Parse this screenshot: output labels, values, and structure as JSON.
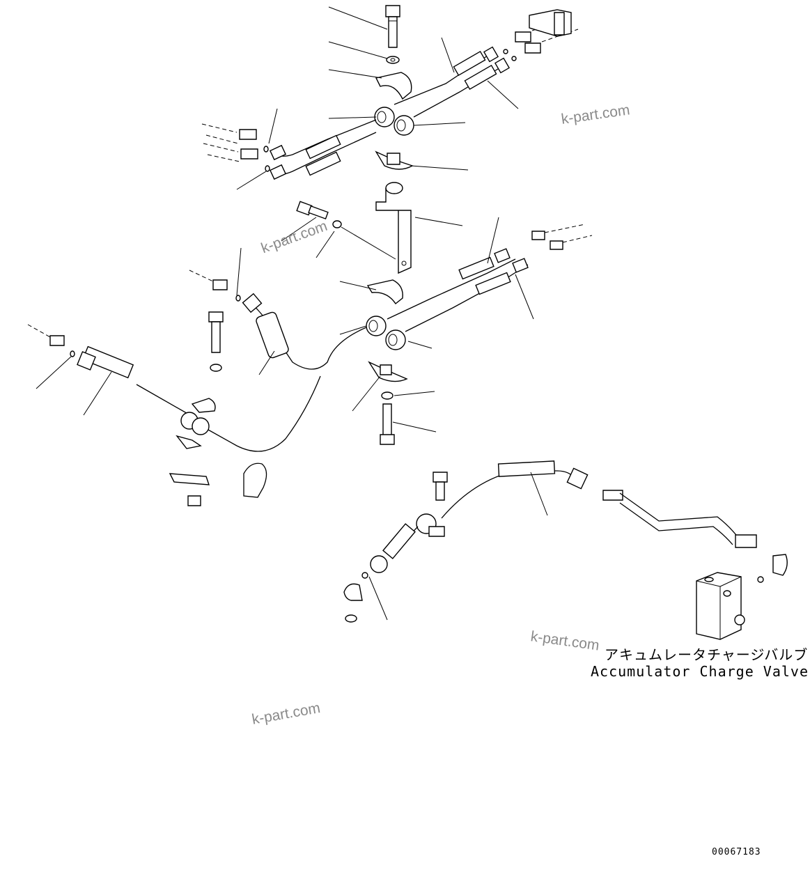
{
  "watermark": "k-part.com",
  "component_label_jp": "アキュムレータチャージバルブ",
  "component_label_en": "Accumulator Charge Valve",
  "drawing_number": "00067183",
  "colors": {
    "line": "#000000",
    "background": "#ffffff",
    "watermark": "#8a8a8a"
  }
}
